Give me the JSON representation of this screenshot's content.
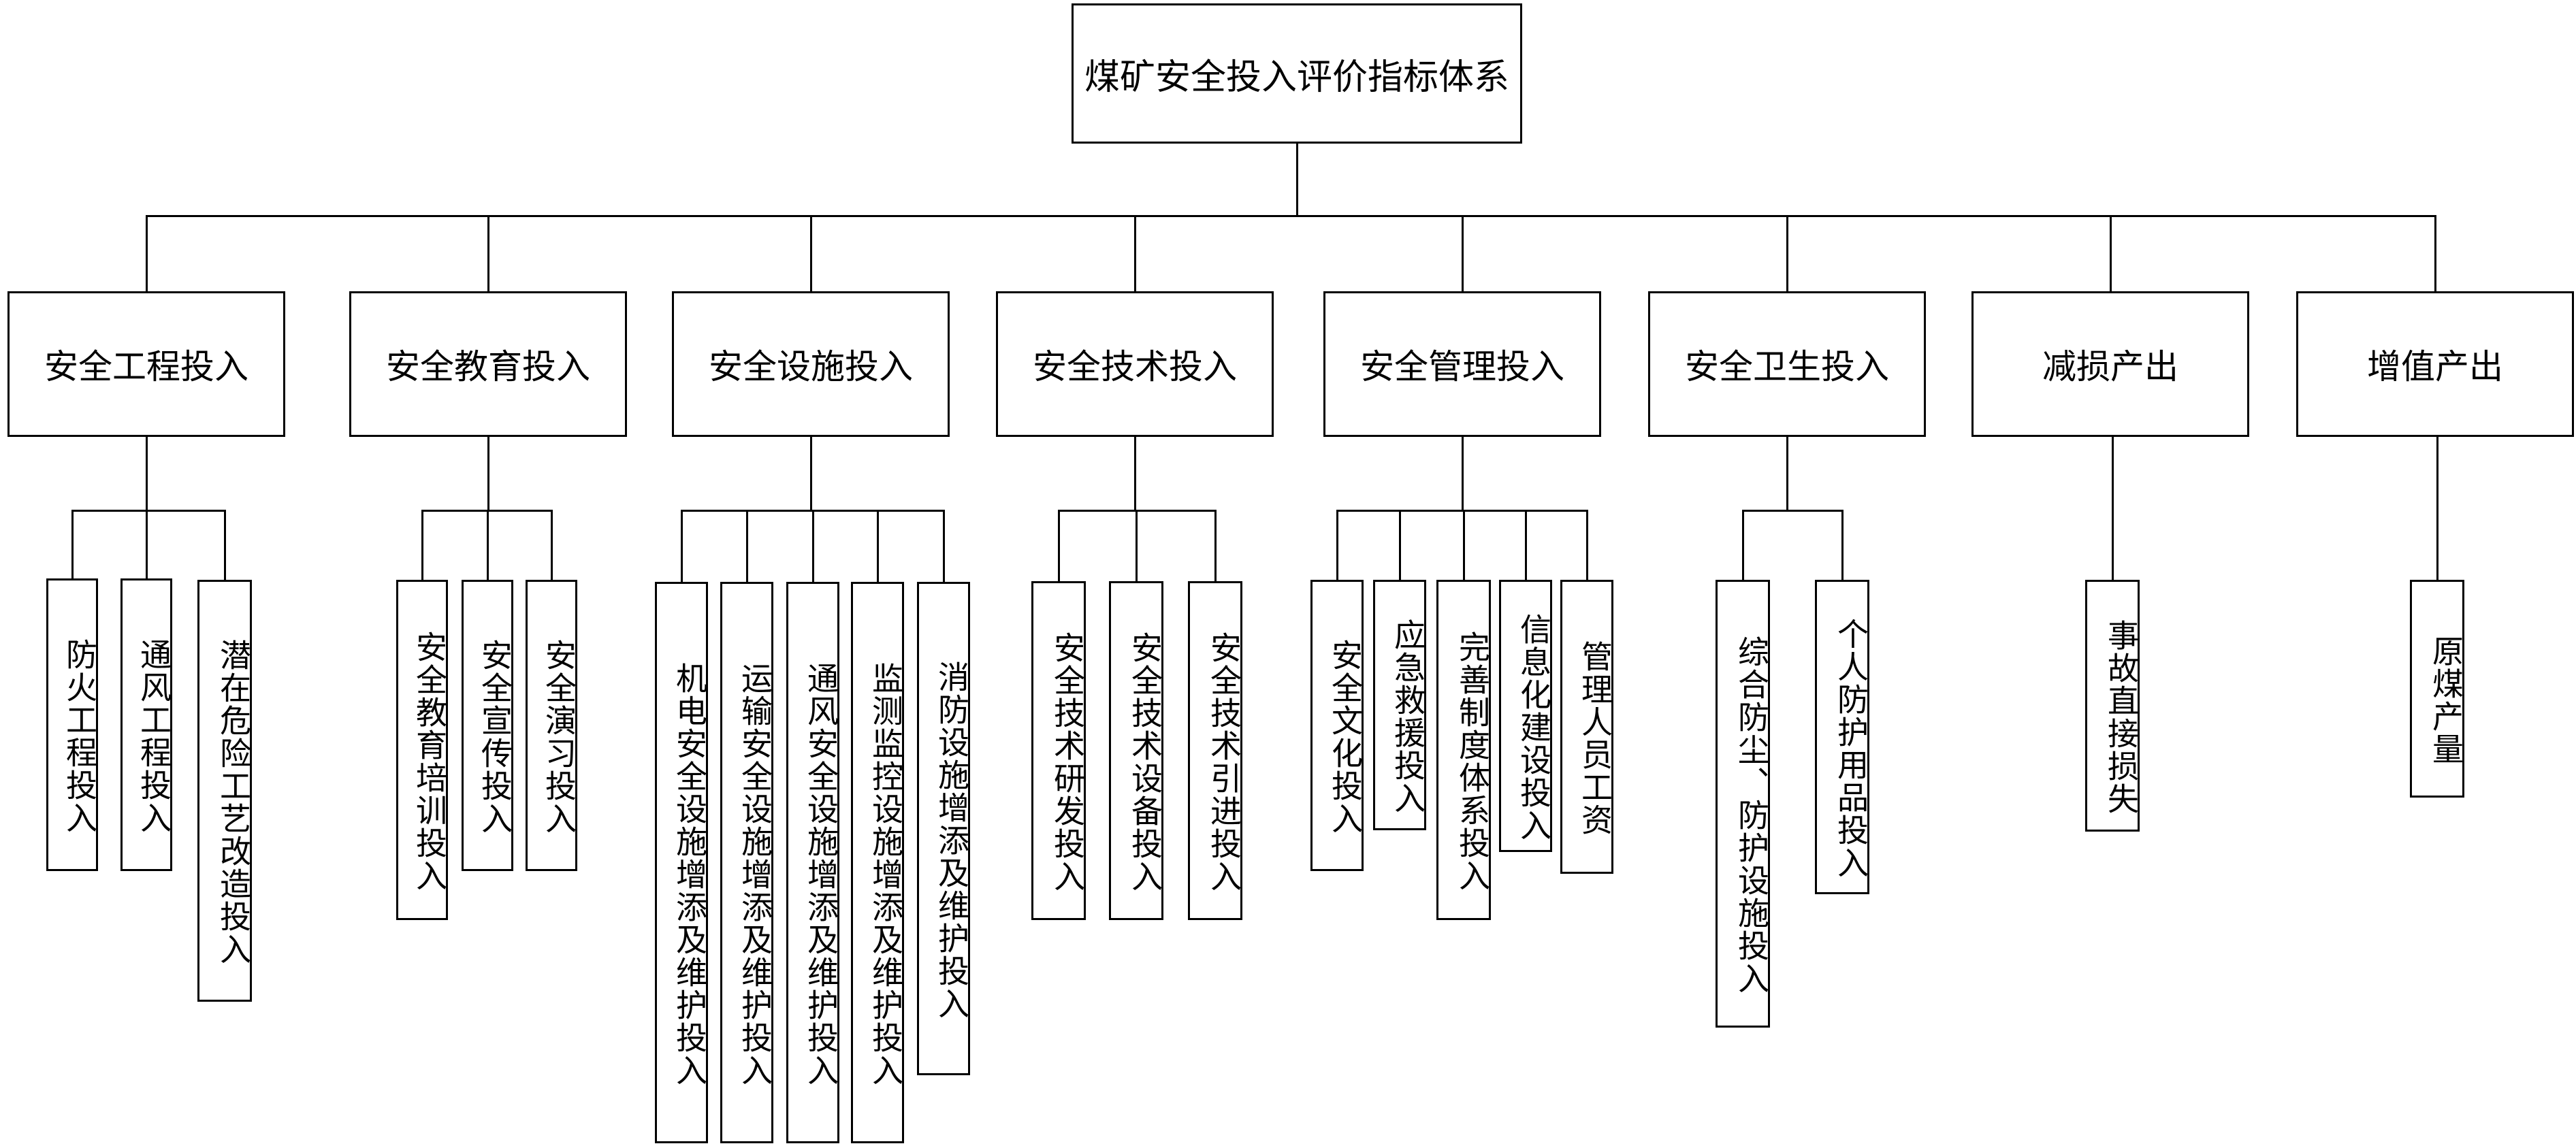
{
  "root": "煤矿安全投入评价指标体系",
  "categories": [
    {
      "label": "安全工程投入",
      "children": [
        "防火工程投入",
        "通风工程投入",
        "潜在危险工艺改造投入"
      ]
    },
    {
      "label": "安全教育投入",
      "children": [
        "安全教育培训投入",
        "安全宣传投入",
        "安全演习投入"
      ]
    },
    {
      "label": "安全设施投入",
      "children": [
        "机电安全设施增添及维护投入",
        "运输安全设施增添及维护投入",
        "通风安全设施增添及维护投入",
        "监测监控设施增添及维护投入",
        "消防设施增添及维护投入"
      ]
    },
    {
      "label": "安全技术投入",
      "children": [
        "安全技术研发投入",
        "安全技术设备投入",
        "安全技术引进投入"
      ]
    },
    {
      "label": "安全管理投入",
      "children": [
        "安全文化投入",
        "应急救援投入",
        "完善制度体系投入",
        "信息化建设投入",
        "管理人员工资"
      ]
    },
    {
      "label": "安全卫生投入",
      "children": [
        "综合防尘、防护设施投入",
        "个人防护用品投入"
      ]
    },
    {
      "label": "减损产出",
      "children": [
        "事故直接损失"
      ]
    },
    {
      "label": "增值产出",
      "children": [
        "原煤产量"
      ]
    }
  ]
}
